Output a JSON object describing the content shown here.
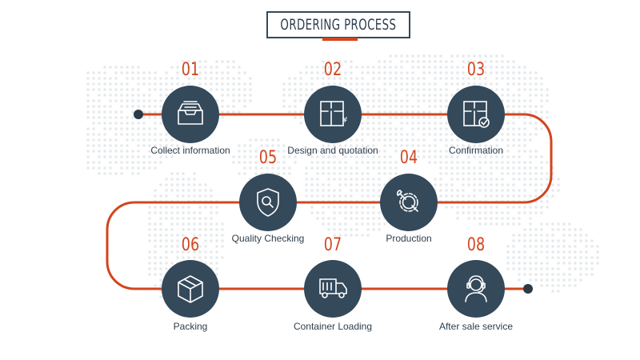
{
  "title": "ORDERING PROCESS",
  "colors": {
    "accent": "#d2451e",
    "circle": "#34495a",
    "text": "#2f3e4a",
    "map_dots": "#e6e9ec"
  },
  "steps": [
    {
      "number": "01",
      "label": "Collect information",
      "icon": "inbox-tray-icon"
    },
    {
      "number": "02",
      "label": "Design and quotation",
      "icon": "floorplan-yen-icon"
    },
    {
      "number": "03",
      "label": "Confirmation",
      "icon": "floorplan-check-icon"
    },
    {
      "number": "04",
      "label": "Production",
      "icon": "gear-wrench-icon"
    },
    {
      "number": "05",
      "label": "Quality Checking",
      "icon": "shield-magnifier-icon"
    },
    {
      "number": "06",
      "label": "Packing",
      "icon": "box-icon"
    },
    {
      "number": "07",
      "label": "Container Loading",
      "icon": "truck-icon"
    },
    {
      "number": "08",
      "label": "After sale service",
      "icon": "headset-agent-icon"
    }
  ]
}
